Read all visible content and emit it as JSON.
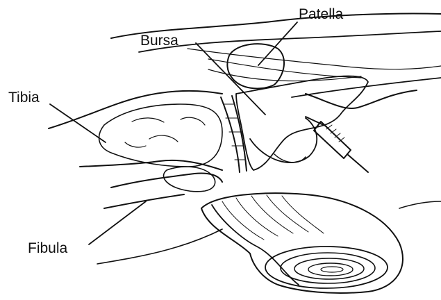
{
  "labels": {
    "patella": "Patella",
    "bursa": "Bursa",
    "tibia": "Tibia",
    "fibula": "Fibula"
  },
  "icons": {
    "syringe": "syringe-icon",
    "bandage_roll": "bandage-roll-icon"
  },
  "colors": {
    "ink": "#111111",
    "background": "#ffffff"
  }
}
